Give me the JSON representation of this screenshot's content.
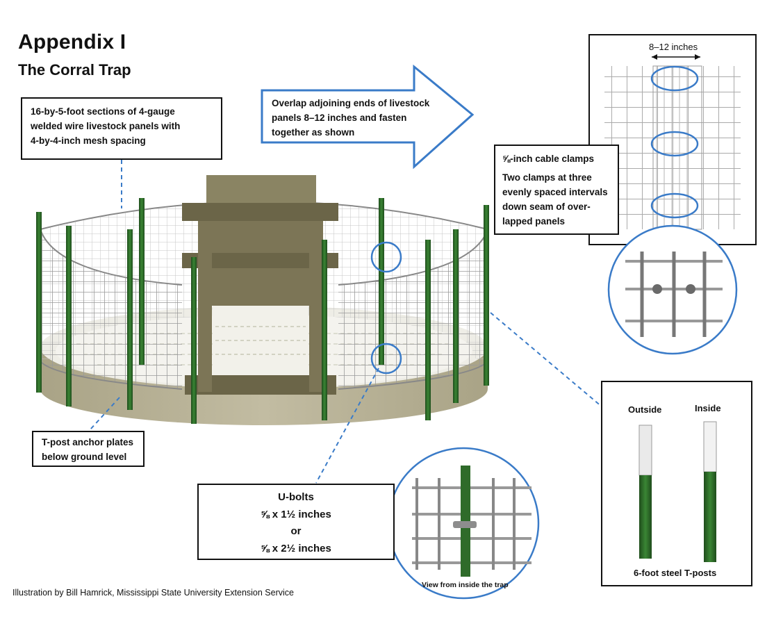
{
  "title": "Appendix I",
  "subtitle": "The Corral Trap",
  "credit": "Illustration by Bill Hamrick, Mississippi State University Extension Service",
  "callouts": {
    "panels": [
      "16-by-5-foot sections of 4-gauge",
      "welded wire livestock panels with",
      "4-by-4-inch mesh spacing"
    ],
    "overlap": [
      "Overlap adjoining ends of livestock",
      "panels 8–12 inches and fasten",
      "together as shown"
    ],
    "overlap_width": "8–12 inches",
    "clamps_title": "⅝-inch cable clamps",
    "clamps_desc": [
      "Two clamps at three",
      "evenly spaced intervals",
      "down seam of over-",
      "lapped panels"
    ],
    "anchor": [
      "T-post anchor plates",
      "below ground level"
    ],
    "ubolts_title": "U-bolts",
    "ubolts_size1": "⅝ x 1½ inches",
    "ubolts_or": "or",
    "ubolts_size2": "⅝ x 2½ inches",
    "inside_view": "View from inside the trap",
    "tpost_outside": "Outside",
    "tpost_inside": "Inside",
    "tpost_caption": "6-foot steel T-posts"
  },
  "colors": {
    "callout_blue": "#3a7bc8",
    "post_green": "#2f6b2a",
    "wood": "#7c7556",
    "ground": "#b3ad92",
    "wire": "#9a9a9a"
  }
}
